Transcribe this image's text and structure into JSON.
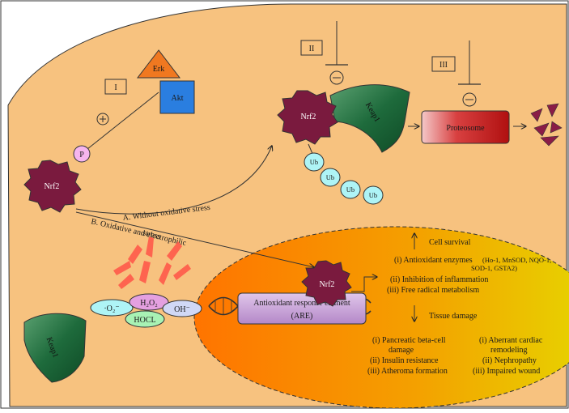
{
  "labels": {
    "erk": "Erk",
    "akt": "Akt",
    "phosphate": "P",
    "nrf2": "Nrf2",
    "keap1": "Keap1",
    "ub": "Ub",
    "proteosome": "Proteosome",
    "roman_i": "I",
    "roman_ii": "II",
    "roman_iii": "III",
    "pathway_a": "A. Without oxidative stress",
    "pathway_b_line1": "B. Oxidative and electrophilic",
    "pathway_b_line2": "stress",
    "ros_o2": "·O₂⁻",
    "ros_h2o2": "H₂O₂",
    "ros_oh": "OH⁻",
    "ros_hocl": "HOCL",
    "are_line1": "Antioxidant response element",
    "are_line2": "(ARE)",
    "cell_survival": "Cell survival",
    "tissue_damage": "Tissue damage",
    "survival_i": "(i) Antioxidant enzymes",
    "survival_i_detail_1": "(Ho-1, MnSOD, NQO-1,",
    "survival_i_detail_2": "SOD-1, GSTA2)",
    "survival_ii": "(ii) Inhibition of inflammation",
    "survival_iii": "(iii) Free radical metabolism",
    "damage_left_1a": "(i) Pancreatic beta-cell",
    "damage_left_1b": "damage",
    "damage_left_2": "(ii) Insulin resistance",
    "damage_left_3": "(iii) Atheroma formation",
    "damage_right_1a": "(i) Aberrant cardiac",
    "damage_right_1b": "remodeling",
    "damage_right_2": "(ii) Nephropathy",
    "damage_right_3": "(iii) Impaired wound"
  },
  "colors": {
    "cytoplasm": "#f7c27f",
    "nrf2": "#7a1a3e",
    "keap1": "#1e6b3c",
    "erk": "#f07820",
    "akt": "#2a7ee0",
    "phosphate": "#f6b5ee",
    "ub": "#aef4f6",
    "proteosome": "#c81e1e",
    "are": "#c8a0d8",
    "nucleus_start": "#ff7a00",
    "nucleus_end": "#e8d400",
    "ros_burst": "#ff5a4a"
  }
}
